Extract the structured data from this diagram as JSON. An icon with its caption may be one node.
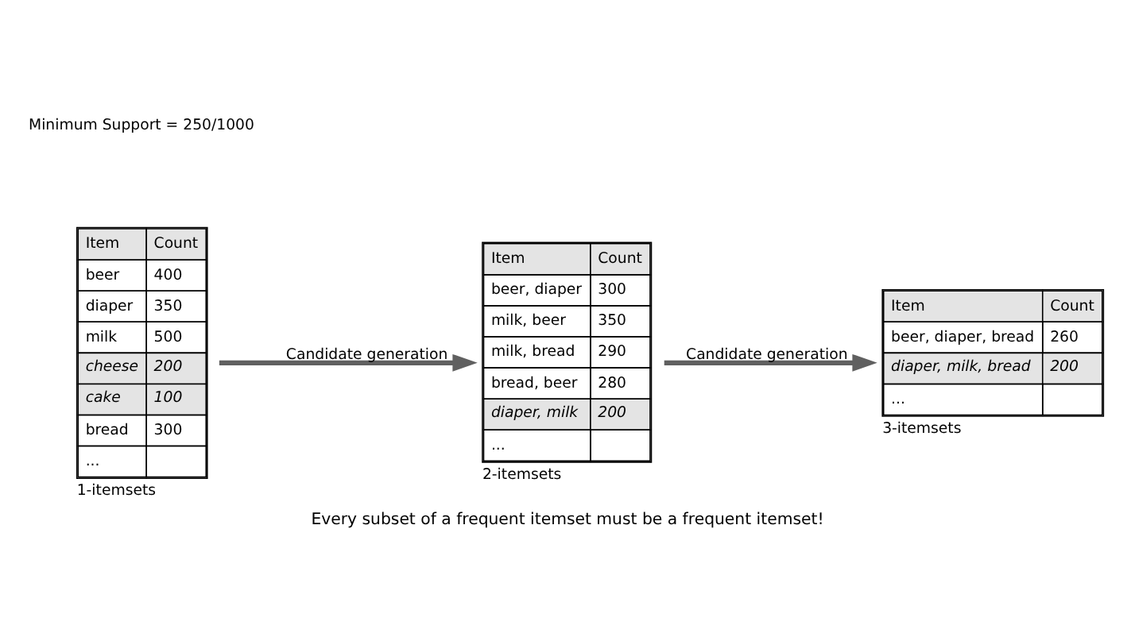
{
  "diagram": {
    "caption": "Every subset of a frequent itemset must be a frequent itemset!",
    "nodes": [
      {
        "text": [
          "Item",
          "Count",
          "beer",
          "400",
          "diaper",
          "350",
          "milk",
          "500",
          "cheese",
          "200",
          "cake",
          "100",
          "bread",
          "300",
          "..."
        ],
        "beside": [
          "1-itemsets"
        ]
      },
      {
        "text": [
          "Item",
          "Count",
          "beer, diaper",
          "300",
          "milk, beer",
          "350",
          "milk, bread",
          "290",
          "bread, beer",
          "280",
          "diaper, milk",
          "200",
          "..."
        ],
        "beside": [
          "2-itemsets"
        ]
      },
      {
        "text": [
          "Item",
          "Count",
          "beer, diaper, bread",
          "260",
          "diaper, milk, bread",
          "200",
          "..."
        ],
        "beside": [
          "3-itemsets"
        ]
      }
    ],
    "edges": [
      {
        "from": 0,
        "to": 1,
        "arrow": "to",
        "label": "Candidate generation"
      },
      {
        "from": 1,
        "to": 2,
        "arrow": "to",
        "label": "Candidate generation"
      }
    ],
    "labels": [
      "Minimum Support = 250/1000"
    ]
  }
}
